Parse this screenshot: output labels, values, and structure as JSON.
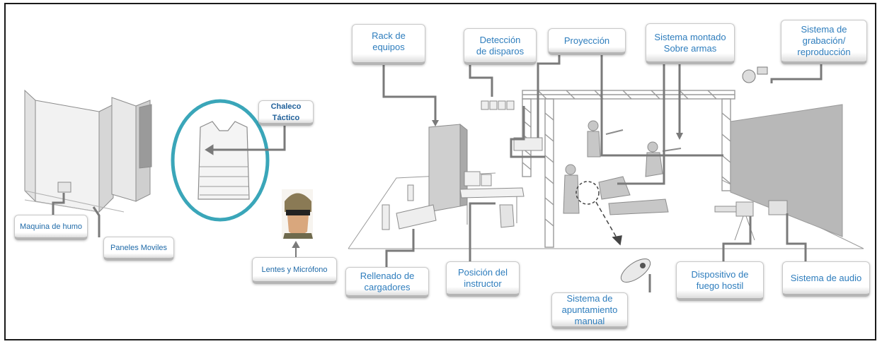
{
  "labels": {
    "maquina_humo": "Maquina de humo",
    "paneles_moviles": "Paneles Moviles",
    "chaleco_tactico": "Chaleco Táctico",
    "lentes_microfono": "Lentes y Micrófono",
    "rack_equipos": "Rack de equipos",
    "deteccion_disparos": "Detección\nde disparos",
    "proyeccion": "Proyección",
    "sistema_montado": "Sistema montado\nSobre armas",
    "sistema_grabacion": "Sistema de\ngrabación/\nreproducción",
    "rellenado_cargadores": "Rellenado de\ncargadores",
    "posicion_instructor": "Posición del\ninstructor",
    "sistema_apuntamiento": "Sistema de\napuntamiento\nmanual",
    "dispositivo_fuego": "Dispositivo de\nfuego hostil",
    "sistema_audio": "Sistema de audio"
  },
  "colors": {
    "label_text": "#2e7dbd",
    "connector": "#7a7a7a",
    "vest_ring": "#3aa6b9",
    "line_art": "#8c8c8c"
  }
}
